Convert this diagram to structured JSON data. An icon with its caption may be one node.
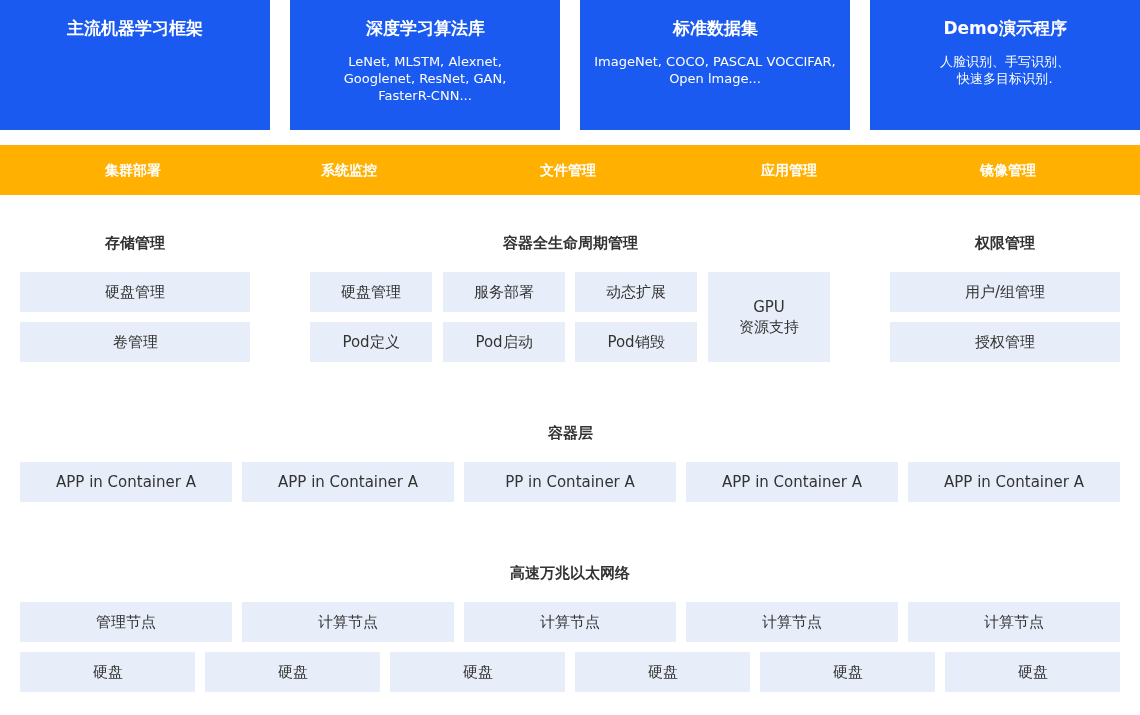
{
  "diagram": {
    "nodes": [
      {
        "text": [
          "主流机器学习框架"
        ]
      },
      {
        "text": [
          "深度学习算法库",
          "LeNet, MLSTM, Alexnet, Googlenet, ResNet, GAN, FasterR-CNN..."
        ]
      },
      {
        "text": [
          "标准数据集",
          "ImageNet, COCO, PASCAL VOCCIFAR, Open lmage..."
        ]
      },
      {
        "text": [
          "Demo演示程序",
          "人脸识别、手写识别、快速多目标识别."
        ]
      },
      {
        "text": [
          "集群部署",
          "系统监控",
          "文件管理",
          "应用管理",
          "镜像管理"
        ]
      },
      {
        "text": [
          "硬盘管理"
        ]
      },
      {
        "text": [
          "硬盘管理"
        ]
      },
      {
        "text": [
          "服务部署"
        ]
      },
      {
        "text": [
          "动态扩展"
        ]
      },
      {
        "text": [
          "GPU 资源支持"
        ]
      },
      {
        "text": [
          "用户/组管理"
        ]
      },
      {
        "text": [
          "卷管理"
        ]
      },
      {
        "text": [
          "Pod定义"
        ]
      },
      {
        "text": [
          "Pod启动"
        ]
      },
      {
        "text": [
          "Pod销毁"
        ]
      },
      {
        "text": [
          "授权管理"
        ]
      },
      {
        "text": [
          "APP in Container A"
        ]
      },
      {
        "text": [
          "APP in Container A"
        ]
      },
      {
        "text": [
          "PP in Container A"
        ]
      },
      {
        "text": [
          "APP in Container A"
        ]
      },
      {
        "text": [
          "APP in Container A"
        ]
      },
      {
        "text": [
          "管理节点"
        ]
      },
      {
        "text": [
          "计算节点"
        ]
      },
      {
        "text": [
          "计算节点"
        ]
      },
      {
        "text": [
          "计算节点"
        ]
      },
      {
        "text": [
          "计算节点"
        ]
      },
      {
        "text": [
          "硬盘"
        ]
      },
      {
        "text": [
          "硬盘"
        ]
      },
      {
        "text": [
          "硬盘"
        ]
      },
      {
        "text": [
          "硬盘"
        ]
      },
      {
        "text": [
          "硬盘"
        ]
      },
      {
        "text": [
          "硬盘"
        ]
      }
    ],
    "labels": [
      "存储管理",
      "容器全生命周期管理",
      "权限管理",
      "容器层",
      "高速万兆以太网络"
    ]
  }
}
